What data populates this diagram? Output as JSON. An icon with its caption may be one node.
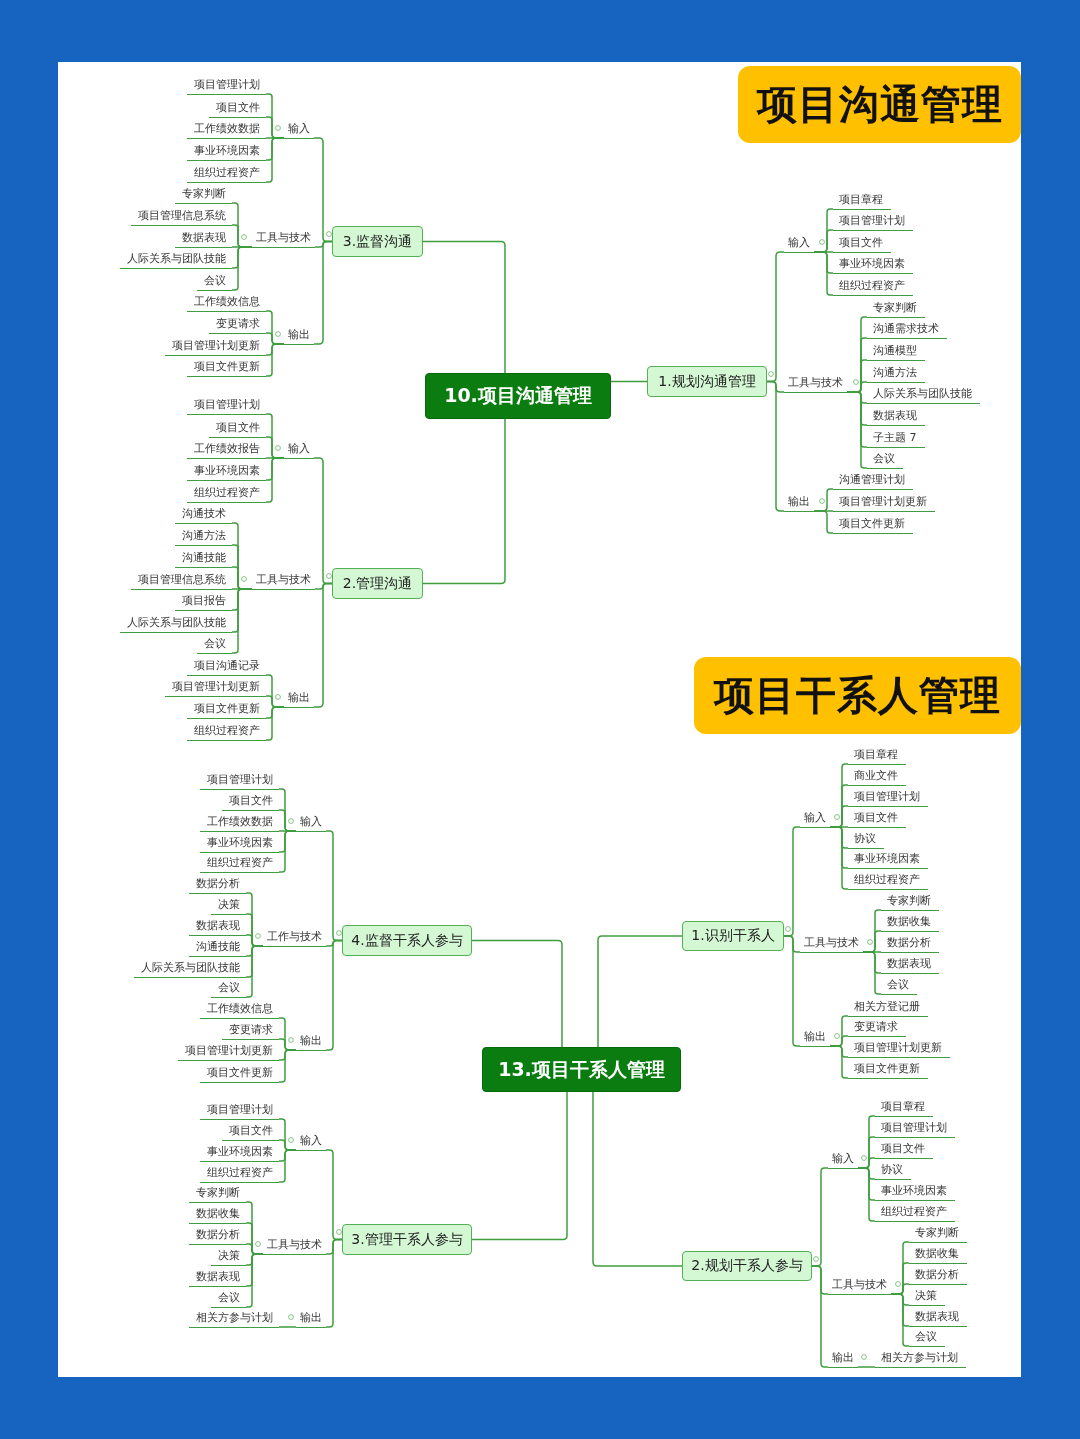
{
  "diagram": {
    "nodes": [
      {
        "text": [
          "项目沟通管理"
        ]
      },
      {
        "text": [
          "10.项目沟通管理"
        ]
      },
      {
        "text": [
          "3.监督沟通"
        ]
      },
      {
        "text": [
          "输入"
        ]
      },
      {
        "text": [
          "项目管理计划"
        ]
      },
      {
        "text": [
          "项目文件"
        ]
      },
      {
        "text": [
          "工作绩效数据"
        ]
      },
      {
        "text": [
          "事业环境因素"
        ]
      },
      {
        "text": [
          "组织过程资产"
        ]
      },
      {
        "text": [
          "工具与技术"
        ]
      },
      {
        "text": [
          "专家判断"
        ]
      },
      {
        "text": [
          "项目管理信息系统"
        ]
      },
      {
        "text": [
          "数据表现"
        ]
      },
      {
        "text": [
          "人际关系与团队技能"
        ]
      },
      {
        "text": [
          "会议"
        ]
      },
      {
        "text": [
          "输出"
        ]
      },
      {
        "text": [
          "工作绩效信息"
        ]
      },
      {
        "text": [
          "变更请求"
        ]
      },
      {
        "text": [
          "项目管理计划更新"
        ]
      },
      {
        "text": [
          "项目文件更新"
        ]
      },
      {
        "text": [
          "2.管理沟通"
        ]
      },
      {
        "text": [
          "输入"
        ]
      },
      {
        "text": [
          "项目管理计划"
        ]
      },
      {
        "text": [
          "项目文件"
        ]
      },
      {
        "text": [
          "工作绩效报告"
        ]
      },
      {
        "text": [
          "事业环境因素"
        ]
      },
      {
        "text": [
          "组织过程资产"
        ]
      },
      {
        "text": [
          "工具与技术"
        ]
      },
      {
        "text": [
          "沟通技术"
        ]
      },
      {
        "text": [
          "沟通方法"
        ]
      },
      {
        "text": [
          "沟通技能"
        ]
      },
      {
        "text": [
          "项目管理信息系统"
        ]
      },
      {
        "text": [
          "项目报告"
        ]
      },
      {
        "text": [
          "人际关系与团队技能"
        ]
      },
      {
        "text": [
          "会议"
        ]
      },
      {
        "text": [
          "输出"
        ]
      },
      {
        "text": [
          "项目沟通记录"
        ]
      },
      {
        "text": [
          "项目管理计划更新"
        ]
      },
      {
        "text": [
          "项目文件更新"
        ]
      },
      {
        "text": [
          "组织过程资产"
        ]
      },
      {
        "text": [
          "1.规划沟通管理"
        ]
      },
      {
        "text": [
          "输入"
        ]
      },
      {
        "text": [
          "项目章程"
        ]
      },
      {
        "text": [
          "项目管理计划"
        ]
      },
      {
        "text": [
          "项目文件"
        ]
      },
      {
        "text": [
          "事业环境因素"
        ]
      },
      {
        "text": [
          "组织过程资产"
        ]
      },
      {
        "text": [
          "工具与技术"
        ]
      },
      {
        "text": [
          "专家判断"
        ]
      },
      {
        "text": [
          "沟通需求技术"
        ]
      },
      {
        "text": [
          "沟通模型"
        ]
      },
      {
        "text": [
          "沟通方法"
        ]
      },
      {
        "text": [
          "人际关系与团队技能"
        ]
      },
      {
        "text": [
          "数据表现"
        ]
      },
      {
        "text": [
          "子主题 7"
        ]
      },
      {
        "text": [
          "会议"
        ]
      },
      {
        "text": [
          "输出"
        ]
      },
      {
        "text": [
          "沟通管理计划"
        ]
      },
      {
        "text": [
          "项目管理计划更新"
        ]
      },
      {
        "text": [
          "项目文件更新"
        ]
      },
      {
        "text": [
          "项目干系人管理"
        ]
      },
      {
        "text": [
          "13.项目干系人管理"
        ]
      },
      {
        "text": [
          "4.监督干系人参与"
        ]
      },
      {
        "text": [
          "输入"
        ]
      },
      {
        "text": [
          "项目管理计划"
        ]
      },
      {
        "text": [
          "项目文件"
        ]
      },
      {
        "text": [
          "工作绩效数据"
        ]
      },
      {
        "text": [
          "事业环境因素"
        ]
      },
      {
        "text": [
          "组织过程资产"
        ]
      },
      {
        "text": [
          "工作与技术"
        ]
      },
      {
        "text": [
          "数据分析"
        ]
      },
      {
        "text": [
          "决策"
        ]
      },
      {
        "text": [
          "数据表现"
        ]
      },
      {
        "text": [
          "沟通技能"
        ]
      },
      {
        "text": [
          "人际关系与团队技能"
        ]
      },
      {
        "text": [
          "会议"
        ]
      },
      {
        "text": [
          "输出"
        ]
      },
      {
        "text": [
          "工作绩效信息"
        ]
      },
      {
        "text": [
          "变更请求"
        ]
      },
      {
        "text": [
          "项目管理计划更新"
        ]
      },
      {
        "text": [
          "项目文件更新"
        ]
      },
      {
        "text": [
          "3.管理干系人参与"
        ]
      },
      {
        "text": [
          "输入"
        ]
      },
      {
        "text": [
          "项目管理计划"
        ]
      },
      {
        "text": [
          "项目文件"
        ]
      },
      {
        "text": [
          "事业环境因素"
        ]
      },
      {
        "text": [
          "组织过程资产"
        ]
      },
      {
        "text": [
          "工具与技术"
        ]
      },
      {
        "text": [
          "专家判断"
        ]
      },
      {
        "text": [
          "数据收集"
        ]
      },
      {
        "text": [
          "数据分析"
        ]
      },
      {
        "text": [
          "决策"
        ]
      },
      {
        "text": [
          "数据表现"
        ]
      },
      {
        "text": [
          "会议"
        ]
      },
      {
        "text": [
          "输出"
        ]
      },
      {
        "text": [
          "相关方参与计划"
        ]
      },
      {
        "text": [
          "1.识别干系人"
        ]
      },
      {
        "text": [
          "输入"
        ]
      },
      {
        "text": [
          "项目章程"
        ]
      },
      {
        "text": [
          "商业文件"
        ]
      },
      {
        "text": [
          "项目管理计划"
        ]
      },
      {
        "text": [
          "项目文件"
        ]
      },
      {
        "text": [
          "协议"
        ]
      },
      {
        "text": [
          "事业环境因素"
        ]
      },
      {
        "text": [
          "组织过程资产"
        ]
      },
      {
        "text": [
          "工具与技术"
        ]
      },
      {
        "text": [
          "专家判断"
        ]
      },
      {
        "text": [
          "数据收集"
        ]
      },
      {
        "text": [
          "数据分析"
        ]
      },
      {
        "text": [
          "数据表现"
        ]
      },
      {
        "text": [
          "会议"
        ]
      },
      {
        "text": [
          "输出"
        ]
      },
      {
        "text": [
          "相关方登记册"
        ]
      },
      {
        "text": [
          "变更请求"
        ]
      },
      {
        "text": [
          "项目管理计划更新"
        ]
      },
      {
        "text": [
          "项目文件更新"
        ]
      },
      {
        "text": [
          "2.规划干系人参与"
        ]
      },
      {
        "text": [
          "输入"
        ]
      },
      {
        "text": [
          "项目章程"
        ]
      },
      {
        "text": [
          "项目管理计划"
        ]
      },
      {
        "text": [
          "项目文件"
        ]
      },
      {
        "text": [
          "协议"
        ]
      },
      {
        "text": [
          "事业环境因素"
        ]
      },
      {
        "text": [
          "组织过程资产"
        ]
      },
      {
        "text": [
          "工具与技术"
        ]
      },
      {
        "text": [
          "专家判断"
        ]
      },
      {
        "text": [
          "数据收集"
        ]
      },
      {
        "text": [
          "数据分析"
        ]
      },
      {
        "text": [
          "决策"
        ]
      },
      {
        "text": [
          "数据表现"
        ]
      },
      {
        "text": [
          "会议"
        ]
      },
      {
        "text": [
          "输出"
        ]
      },
      {
        "text": [
          "相关方参与计划"
        ]
      }
    ],
    "edges": [
      {
        "from": 1,
        "to": 2,
        "arrow": "none"
      },
      {
        "from": 1,
        "to": 20,
        "arrow": "none"
      },
      {
        "from": 1,
        "to": 40,
        "arrow": "none"
      },
      {
        "from": 2,
        "to": 3,
        "arrow": "none"
      },
      {
        "from": 2,
        "to": 9,
        "arrow": "none"
      },
      {
        "from": 2,
        "to": 15,
        "arrow": "none"
      },
      {
        "from": 3,
        "to": 4,
        "arrow": "none"
      },
      {
        "from": 3,
        "to": 5,
        "arrow": "none"
      },
      {
        "from": 3,
        "to": 6,
        "arrow": "none"
      },
      {
        "from": 3,
        "to": 7,
        "arrow": "none"
      },
      {
        "from": 3,
        "to": 8,
        "arrow": "none"
      },
      {
        "from": 9,
        "to": 10,
        "arrow": "none"
      },
      {
        "from": 9,
        "to": 11,
        "arrow": "none"
      },
      {
        "from": 9,
        "to": 12,
        "arrow": "none"
      },
      {
        "from": 9,
        "to": 13,
        "arrow": "none"
      },
      {
        "from": 9,
        "to": 14,
        "arrow": "none"
      },
      {
        "from": 15,
        "to": 16,
        "arrow": "none"
      },
      {
        "from": 15,
        "to": 17,
        "arrow": "none"
      },
      {
        "from": 15,
        "to": 18,
        "arrow": "none"
      },
      {
        "from": 15,
        "to": 19,
        "arrow": "none"
      },
      {
        "from": 20,
        "to": 21,
        "arrow": "none"
      },
      {
        "from": 20,
        "to": 27,
        "arrow": "none"
      },
      {
        "from": 20,
        "to": 35,
        "arrow": "none"
      },
      {
        "from": 21,
        "to": 22,
        "arrow": "none"
      },
      {
        "from": 21,
        "to": 23,
        "arrow": "none"
      },
      {
        "from": 21,
        "to": 24,
        "arrow": "none"
      },
      {
        "from": 21,
        "to": 25,
        "arrow": "none"
      },
      {
        "from": 21,
        "to": 26,
        "arrow": "none"
      },
      {
        "from": 27,
        "to": 28,
        "arrow": "none"
      },
      {
        "from": 27,
        "to": 29,
        "arrow": "none"
      },
      {
        "from": 27,
        "to": 30,
        "arrow": "none"
      },
      {
        "from": 27,
        "to": 31,
        "arrow": "none"
      },
      {
        "from": 27,
        "to": 32,
        "arrow": "none"
      },
      {
        "from": 27,
        "to": 33,
        "arrow": "none"
      },
      {
        "from": 27,
        "to": 34,
        "arrow": "none"
      },
      {
        "from": 35,
        "to": 36,
        "arrow": "none"
      },
      {
        "from": 35,
        "to": 37,
        "arrow": "none"
      },
      {
        "from": 35,
        "to": 38,
        "arrow": "none"
      },
      {
        "from": 35,
        "to": 39,
        "arrow": "none"
      },
      {
        "from": 40,
        "to": 41,
        "arrow": "none"
      },
      {
        "from": 40,
        "to": 47,
        "arrow": "none"
      },
      {
        "from": 40,
        "to": 56,
        "arrow": "none"
      },
      {
        "from": 41,
        "to": 42,
        "arrow": "none"
      },
      {
        "from": 41,
        "to": 43,
        "arrow": "none"
      },
      {
        "from": 41,
        "to": 44,
        "arrow": "none"
      },
      {
        "from": 41,
        "to": 45,
        "arrow": "none"
      },
      {
        "from": 41,
        "to": 46,
        "arrow": "none"
      },
      {
        "from": 47,
        "to": 48,
        "arrow": "none"
      },
      {
        "from": 47,
        "to": 49,
        "arrow": "none"
      },
      {
        "from": 47,
        "to": 50,
        "arrow": "none"
      },
      {
        "from": 47,
        "to": 51,
        "arrow": "none"
      },
      {
        "from": 47,
        "to": 52,
        "arrow": "none"
      },
      {
        "from": 47,
        "to": 53,
        "arrow": "none"
      },
      {
        "from": 47,
        "to": 54,
        "arrow": "none"
      },
      {
        "from": 47,
        "to": 55,
        "arrow": "none"
      },
      {
        "from": 56,
        "to": 57,
        "arrow": "none"
      },
      {
        "from": 56,
        "to": 58,
        "arrow": "none"
      },
      {
        "from": 56,
        "to": 59,
        "arrow": "none"
      },
      {
        "from": 61,
        "to": 62,
        "arrow": "none"
      },
      {
        "from": 61,
        "to": 81,
        "arrow": "none"
      },
      {
        "from": 61,
        "to": 96,
        "arrow": "none"
      },
      {
        "from": 61,
        "to": 116,
        "arrow": "none"
      },
      {
        "from": 62,
        "to": 63,
        "arrow": "none"
      },
      {
        "from": 62,
        "to": 69,
        "arrow": "none"
      },
      {
        "from": 62,
        "to": 76,
        "arrow": "none"
      },
      {
        "from": 63,
        "to": 64,
        "arrow": "none"
      },
      {
        "from": 63,
        "to": 65,
        "arrow": "none"
      },
      {
        "from": 63,
        "to": 66,
        "arrow": "none"
      },
      {
        "from": 63,
        "to": 67,
        "arrow": "none"
      },
      {
        "from": 63,
        "to": 68,
        "arrow": "none"
      },
      {
        "from": 69,
        "to": 70,
        "arrow": "none"
      },
      {
        "from": 69,
        "to": 71,
        "arrow": "none"
      },
      {
        "from": 69,
        "to": 72,
        "arrow": "none"
      },
      {
        "from": 69,
        "to": 73,
        "arrow": "none"
      },
      {
        "from": 69,
        "to": 74,
        "arrow": "none"
      },
      {
        "from": 69,
        "to": 75,
        "arrow": "none"
      },
      {
        "from": 76,
        "to": 77,
        "arrow": "none"
      },
      {
        "from": 76,
        "to": 78,
        "arrow": "none"
      },
      {
        "from": 76,
        "to": 79,
        "arrow": "none"
      },
      {
        "from": 76,
        "to": 80,
        "arrow": "none"
      },
      {
        "from": 81,
        "to": 82,
        "arrow": "none"
      },
      {
        "from": 81,
        "to": 87,
        "arrow": "none"
      },
      {
        "from": 81,
        "to": 94,
        "arrow": "none"
      },
      {
        "from": 82,
        "to": 83,
        "arrow": "none"
      },
      {
        "from": 82,
        "to": 84,
        "arrow": "none"
      },
      {
        "from": 82,
        "to": 85,
        "arrow": "none"
      },
      {
        "from": 82,
        "to": 86,
        "arrow": "none"
      },
      {
        "from": 87,
        "to": 88,
        "arrow": "none"
      },
      {
        "from": 87,
        "to": 89,
        "arrow": "none"
      },
      {
        "from": 87,
        "to": 90,
        "arrow": "none"
      },
      {
        "from": 87,
        "to": 91,
        "arrow": "none"
      },
      {
        "from": 87,
        "to": 92,
        "arrow": "none"
      },
      {
        "from": 87,
        "to": 93,
        "arrow": "none"
      },
      {
        "from": 94,
        "to": 95,
        "arrow": "none"
      },
      {
        "from": 96,
        "to": 97,
        "arrow": "none"
      },
      {
        "from": 96,
        "to": 105,
        "arrow": "none"
      },
      {
        "from": 96,
        "to": 111,
        "arrow": "none"
      },
      {
        "from": 97,
        "to": 98,
        "arrow": "none"
      },
      {
        "from": 97,
        "to": 99,
        "arrow": "none"
      },
      {
        "from": 97,
        "to": 100,
        "arrow": "none"
      },
      {
        "from": 97,
        "to": 101,
        "arrow": "none"
      },
      {
        "from": 97,
        "to": 102,
        "arrow": "none"
      },
      {
        "from": 97,
        "to": 103,
        "arrow": "none"
      },
      {
        "from": 97,
        "to": 104,
        "arrow": "none"
      },
      {
        "from": 105,
        "to": 106,
        "arrow": "none"
      },
      {
        "from": 105,
        "to": 107,
        "arrow": "none"
      },
      {
        "from": 105,
        "to": 108,
        "arrow": "none"
      },
      {
        "from": 105,
        "to": 109,
        "arrow": "none"
      },
      {
        "from": 105,
        "to": 110,
        "arrow": "none"
      },
      {
        "from": 111,
        "to": 112,
        "arrow": "none"
      },
      {
        "from": 111,
        "to": 113,
        "arrow": "none"
      },
      {
        "from": 111,
        "to": 114,
        "arrow": "none"
      },
      {
        "from": 111,
        "to": 115,
        "arrow": "none"
      },
      {
        "from": 116,
        "to": 117,
        "arrow": "none"
      },
      {
        "from": 116,
        "to": 124,
        "arrow": "none"
      },
      {
        "from": 116,
        "to": 131,
        "arrow": "none"
      },
      {
        "from": 117,
        "to": 118,
        "arrow": "none"
      },
      {
        "from": 117,
        "to": 119,
        "arrow": "none"
      },
      {
        "from": 117,
        "to": 120,
        "arrow": "none"
      },
      {
        "from": 117,
        "to": 121,
        "arrow": "none"
      },
      {
        "from": 117,
        "to": 122,
        "arrow": "none"
      },
      {
        "from": 117,
        "to": 123,
        "arrow": "none"
      },
      {
        "from": 124,
        "to": 125,
        "arrow": "none"
      },
      {
        "from": 124,
        "to": 126,
        "arrow": "none"
      },
      {
        "from": 124,
        "to": 127,
        "arrow": "none"
      },
      {
        "from": 124,
        "to": 128,
        "arrow": "none"
      },
      {
        "from": 124,
        "to": 129,
        "arrow": "none"
      },
      {
        "from": 124,
        "to": 130,
        "arrow": "none"
      },
      {
        "from": 131,
        "to": 132,
        "arrow": "none"
      }
    ]
  }
}
